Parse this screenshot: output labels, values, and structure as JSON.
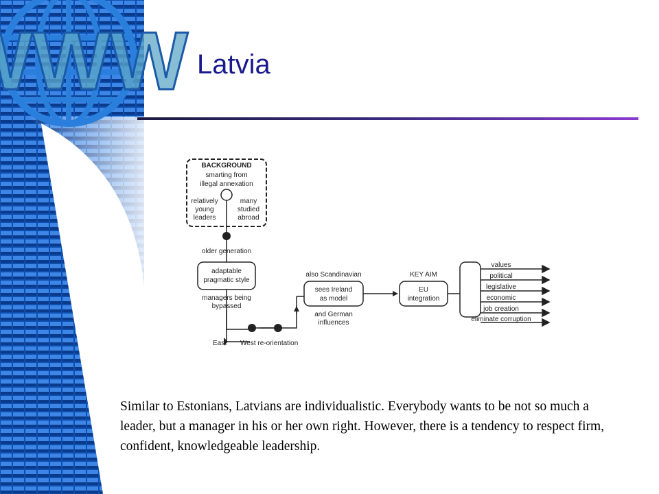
{
  "slide": {
    "title": "Latvia",
    "logo_text": "WWW",
    "body": "Similar to Estonians, Latvians are individualistic. Everybody wants to be not so much a leader, but a manager in his or her own right. However, there is a tendency to respect firm, confident, knowledgeable leadership."
  },
  "diagram": {
    "background_title": "BACKGROUND",
    "background_lines": [
      "smarting from",
      "illegal annexation"
    ],
    "left_lines": [
      "relatively",
      "young",
      "leaders"
    ],
    "right_lines": [
      "many",
      "studied",
      "abroad"
    ],
    "older_generation": "older generation",
    "style_box_lines": [
      "adaptable",
      "pragmatic style"
    ],
    "managers_lines": [
      "managers being",
      "bypassed"
    ],
    "east": "East",
    "west_reorientation": "West re-orientation",
    "also_scandinavian": "also Scandinavian",
    "ireland_box_lines": [
      "sees Ireland",
      "as model"
    ],
    "german_lines": [
      "and German",
      "influences"
    ],
    "key_aim": "KEY AIM",
    "eu_box_lines": [
      "EU",
      "integration"
    ],
    "outputs": [
      "values",
      "political",
      "legislative",
      "economic",
      "job creation",
      "eliminate corruption"
    ]
  },
  "colors": {
    "title": "#1a1a8c",
    "sidebar_blue": "#1466c8",
    "sidebar_dark": "#0a2e7a"
  }
}
